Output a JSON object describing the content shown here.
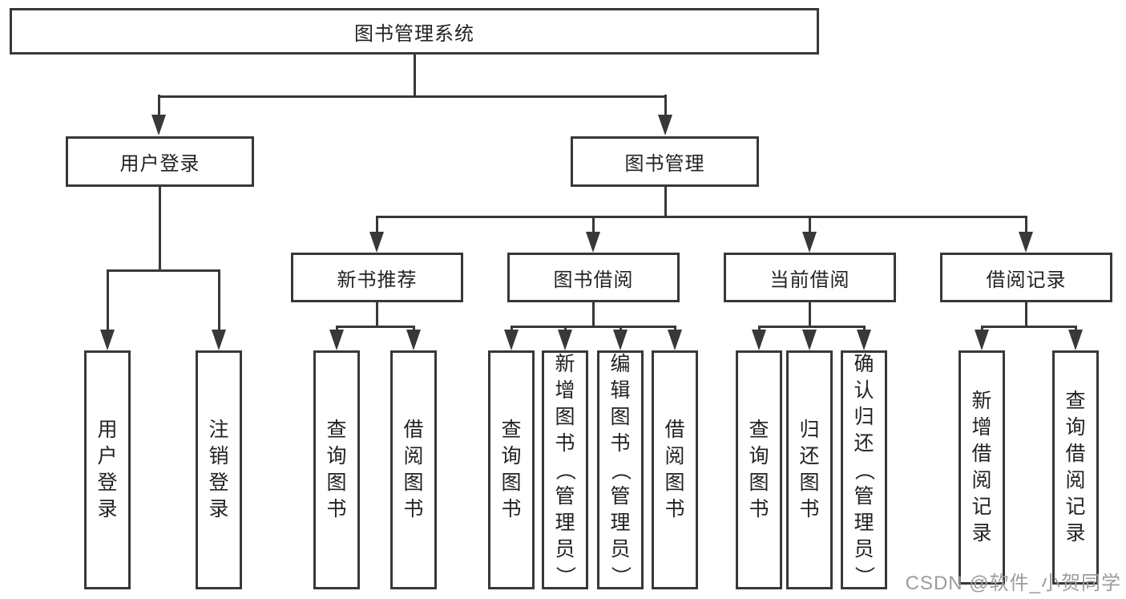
{
  "colors": {
    "line": "#383838",
    "box_border": "#383838",
    "text": "#222222",
    "background": "#ffffff",
    "watermark": "#9c9c9c"
  },
  "diagram": {
    "root": {
      "label": "图书管理系统"
    },
    "user_login": {
      "label": "用户登录",
      "children": [
        {
          "label": "用户登录"
        },
        {
          "label": "注销登录"
        }
      ]
    },
    "book_mgmt": {
      "label": "图书管理",
      "sections": [
        {
          "label": "新书推荐",
          "children": [
            {
              "label": "查询图书"
            },
            {
              "label": "借阅图书"
            }
          ]
        },
        {
          "label": "图书借阅",
          "children": [
            {
              "label": "查询图书"
            },
            {
              "label": "新增图书（管理员）"
            },
            {
              "label": "编辑图书（管理员）"
            },
            {
              "label": "借阅图书"
            }
          ]
        },
        {
          "label": "当前借阅",
          "children": [
            {
              "label": "查询图书"
            },
            {
              "label": "归还图书"
            },
            {
              "label": "确认归还（管理员）"
            }
          ]
        },
        {
          "label": "借阅记录",
          "children": [
            {
              "label": "新增借阅记录"
            },
            {
              "label": "查询借阅记录"
            }
          ]
        }
      ]
    }
  },
  "watermark": {
    "text": "CSDN @软件_小贺同学"
  }
}
